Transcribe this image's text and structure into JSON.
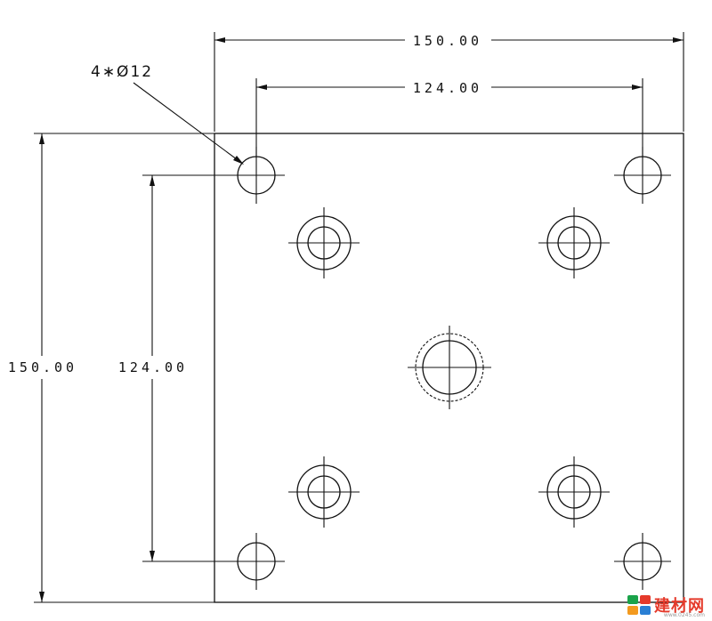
{
  "drawing": {
    "top_dimension": "150.00",
    "hole_spacing_top": "124.00",
    "left_dimension": "150.00",
    "hole_spacing_left": "124.00",
    "hole_callout": "4∗Ø12"
  },
  "watermark": {
    "text": "建材网",
    "sub": "www.0245.com",
    "colors": [
      "#1aa34a",
      "#e53a2b",
      "#f39a1f"
    ]
  }
}
